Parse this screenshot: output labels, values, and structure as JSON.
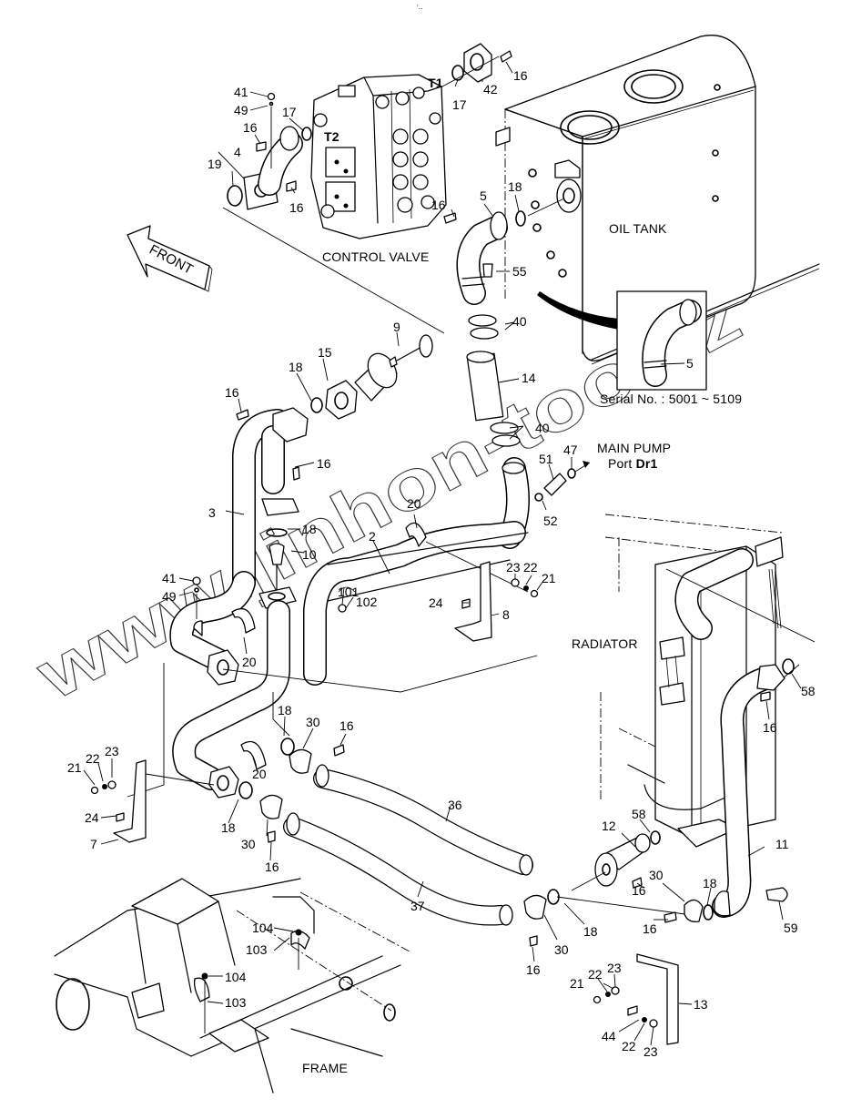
{
  "diagram": {
    "type": "exploded-parts-diagram",
    "header_mark": "’‥",
    "assemblies": {
      "control_valve": "CONTROL VALVE",
      "oil_tank": "OIL TANK",
      "radiator": "RADIATOR",
      "frame": "FRAME"
    },
    "front_arrow": "FRONT",
    "ports": {
      "t1": "T1",
      "t2": "T2",
      "main_pump_line1": "MAIN PUMP",
      "main_pump_line2_prefix": "Port ",
      "main_pump_port": "Dr1"
    },
    "inset": {
      "serial_note": "Serial No. : 5001 ~ 5109",
      "part": "5"
    },
    "watermark": "www.jinhon-too.kz",
    "callouts": {
      "c41a": "41",
      "c49a": "49",
      "c16a": "16",
      "c17a": "17",
      "c4": "4",
      "c19": "19",
      "c16b": "16",
      "c17b": "17",
      "c42": "42",
      "c16c": "16",
      "c16d": "16",
      "c5": "5",
      "c18a": "18",
      "c55": "55",
      "c40a": "40",
      "c14": "14",
      "c40b": "40",
      "c9": "9",
      "c15": "15",
      "c18b": "18",
      "c16e": "16",
      "c16f": "16",
      "c51": "51",
      "c47": "47",
      "c52": "52",
      "c3": "3",
      "c18c": "18",
      "c10": "10",
      "c2": "2",
      "c20a": "20",
      "c101": "101",
      "c102": "102",
      "c41b": "41",
      "c49b": "49",
      "c20b": "20",
      "c23a": "23",
      "c22a": "22",
      "c21a": "21",
      "c24a": "24",
      "c8": "8",
      "c58a": "58",
      "c16g": "16",
      "c18d": "18",
      "c30a": "30",
      "c16h": "16",
      "c21b": "21",
      "c22b": "22",
      "c23b": "23",
      "c24b": "24",
      "c7": "7",
      "c20c": "20",
      "c18e": "18",
      "c30b": "30",
      "c16i": "16",
      "c36": "36",
      "c37": "37",
      "c30c": "30",
      "c16j": "16",
      "c18f": "18",
      "c12": "12",
      "c58b": "58",
      "c16k": "16",
      "c11": "11",
      "c30d": "30",
      "c18g": "18",
      "c16l": "16",
      "c59": "59",
      "c21c": "21",
      "c22c": "22",
      "c23c": "23",
      "c13": "13",
      "c44": "44",
      "c22d": "22",
      "c23d": "23",
      "c104a": "104",
      "c103a": "103",
      "c104b": "104",
      "c103b": "103"
    }
  }
}
